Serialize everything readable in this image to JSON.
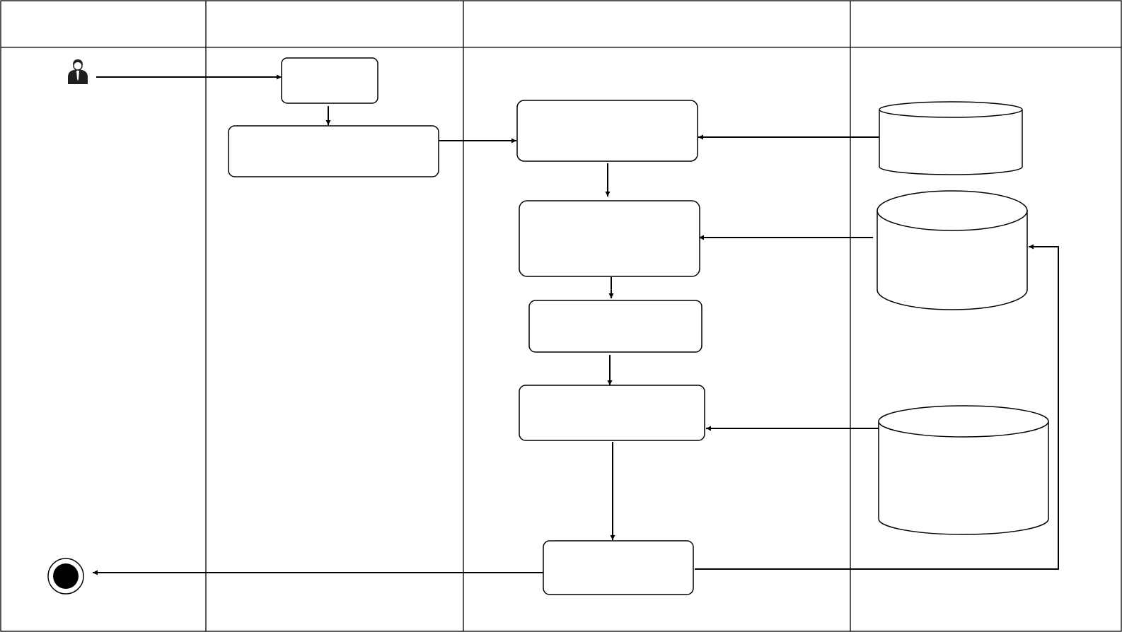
{
  "diagram": {
    "type": "uml-activity-diagram-with-swimlanes",
    "lanes": [
      {
        "id": "lane-1",
        "title": ""
      },
      {
        "id": "lane-2",
        "title": ""
      },
      {
        "id": "lane-3",
        "title": ""
      },
      {
        "id": "lane-4",
        "title": ""
      }
    ],
    "nodes": [
      {
        "id": "actor",
        "kind": "actor-icon",
        "label": ""
      },
      {
        "id": "step-1",
        "kind": "activity",
        "label": ""
      },
      {
        "id": "step-2",
        "kind": "activity",
        "label": ""
      },
      {
        "id": "step-3",
        "kind": "activity",
        "label": ""
      },
      {
        "id": "step-4",
        "kind": "activity",
        "label": ""
      },
      {
        "id": "step-5",
        "kind": "activity",
        "label": ""
      },
      {
        "id": "step-6",
        "kind": "activity",
        "label": ""
      },
      {
        "id": "step-7",
        "kind": "activity",
        "label": ""
      },
      {
        "id": "store-1",
        "kind": "datastore",
        "label": ""
      },
      {
        "id": "store-2",
        "kind": "datastore",
        "label": ""
      },
      {
        "id": "store-3",
        "kind": "datastore",
        "label": ""
      },
      {
        "id": "end",
        "kind": "final-node",
        "label": ""
      }
    ],
    "edges": [
      {
        "from": "actor",
        "to": "step-1"
      },
      {
        "from": "step-1",
        "to": "step-2"
      },
      {
        "from": "step-2",
        "to": "step-3"
      },
      {
        "from": "store-1",
        "to": "step-3"
      },
      {
        "from": "step-3",
        "to": "step-4"
      },
      {
        "from": "store-2",
        "to": "step-4"
      },
      {
        "from": "step-4",
        "to": "step-5"
      },
      {
        "from": "step-5",
        "to": "step-6"
      },
      {
        "from": "store-3",
        "to": "step-6"
      },
      {
        "from": "step-6",
        "to": "step-7"
      },
      {
        "from": "step-7",
        "to": "store-2"
      },
      {
        "from": "step-7",
        "to": "end"
      }
    ]
  }
}
